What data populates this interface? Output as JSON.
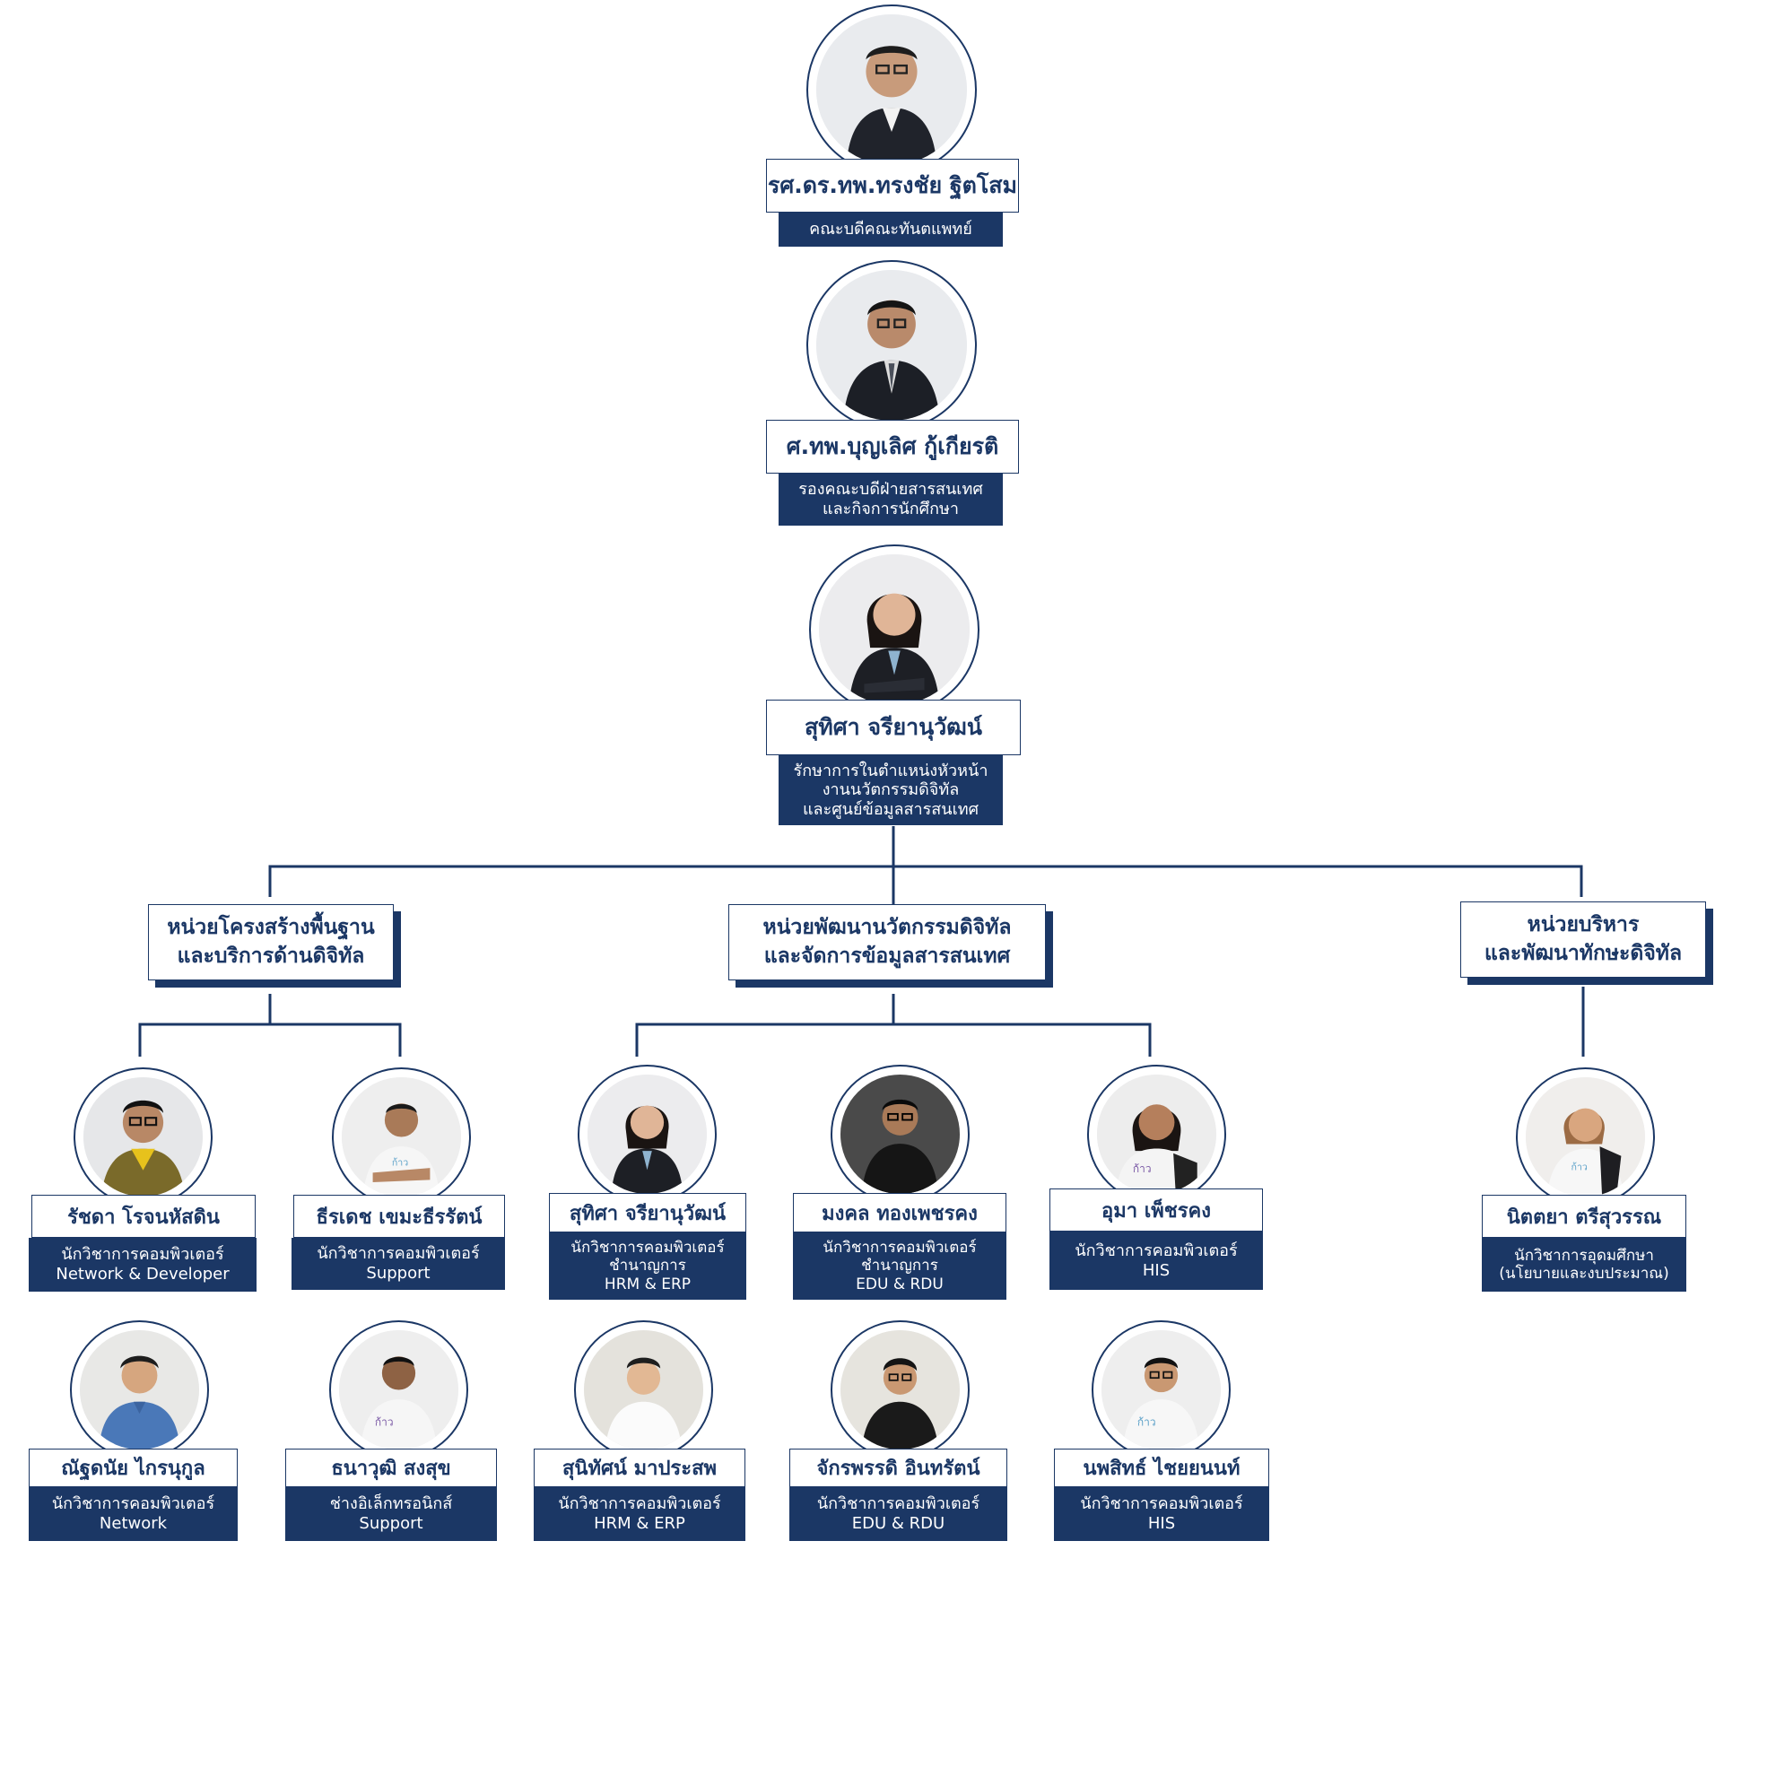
{
  "colors": {
    "navy": "#1b3765",
    "white": "#ffffff"
  },
  "leaders": [
    {
      "name": "รศ.ดร.ทพ.ทรงชัย ฐิตโสม",
      "role": [
        "คณะบดีคณะทันตแพทย์"
      ],
      "photo_icon": "person-photo-icon"
    },
    {
      "name": "ศ.ทพ.บุญเลิศ กู้เกียรติ",
      "role": [
        "รองคณะบดีฝ่ายสารสนเทศ",
        "และกิจการนักศึกษา"
      ],
      "photo_icon": "person-photo-icon"
    },
    {
      "name": "สุทิศา จรียานุวัฒน์",
      "role": [
        "รักษาการในตำแหน่งหัวหน้า",
        "งานนวัตกรรมดิจิทัล",
        "และศูนย์ข้อมูลสารสนเทศ"
      ],
      "photo_icon": "person-photo-icon"
    }
  ],
  "units": [
    {
      "lines": [
        "หน่วยโครงสร้างพื้นฐาน",
        "และบริการด้านดิจิทัล"
      ]
    },
    {
      "lines": [
        "หน่วยพัฒนานวัตกรรมดิจิทัล",
        "และจัดการข้อมูลสารสนเทศ"
      ]
    },
    {
      "lines": [
        "หน่วยบริหาร",
        "และพัฒนาทักษะดิจิทัล"
      ]
    }
  ],
  "staff": [
    {
      "name": "รัชดา โรจนหัสดิน",
      "role": [
        "นักวิชาการคอมพิวเตอร์",
        "Network & Developer"
      ]
    },
    {
      "name": "ธีรเดช เขมะธีรรัตน์",
      "role": [
        "นักวิชาการคอมพิวเตอร์",
        "Support"
      ]
    },
    {
      "name": "สุทิศา จรียานุวัฒน์",
      "role": [
        "นักวิชาการคอมพิวเตอร์",
        "ชำนาญการ",
        "HRM & ERP"
      ]
    },
    {
      "name": "มงคล ทองเพชรคง",
      "role": [
        "นักวิชาการคอมพิวเตอร์",
        "ชำนาญการ",
        "EDU & RDU"
      ]
    },
    {
      "name": "อุมา เพ็ชรคง",
      "role": [
        "นักวิชาการคอมพิวเตอร์",
        "HIS"
      ]
    },
    {
      "name": "นิตตยา ตรีสุวรรณ",
      "role": [
        "นักวิชาการอุดมศึกษา",
        "(นโยบายและงบประมาณ)"
      ]
    },
    {
      "name": "ณัฐดนัย ไกรนุกูล",
      "role": [
        "นักวิชาการคอมพิวเตอร์",
        "Network"
      ]
    },
    {
      "name": "ธนาวุฒิ สงสุข",
      "role": [
        "ช่างอิเล็กทรอนิกส์",
        "Support"
      ]
    },
    {
      "name": "สุนิทัศน์ มาประสพ",
      "role": [
        "นักวิชาการคอมพิวเตอร์",
        "HRM & ERP"
      ]
    },
    {
      "name": "จักรพรรดิ อินทรัตน์",
      "role": [
        "นักวิชาการคอมพิวเตอร์",
        "EDU & RDU"
      ]
    },
    {
      "name": "นพสิทธ์ ไชยยนนท์",
      "role": [
        "นักวิชาการคอมพิวเตอร์",
        "HIS"
      ]
    }
  ]
}
